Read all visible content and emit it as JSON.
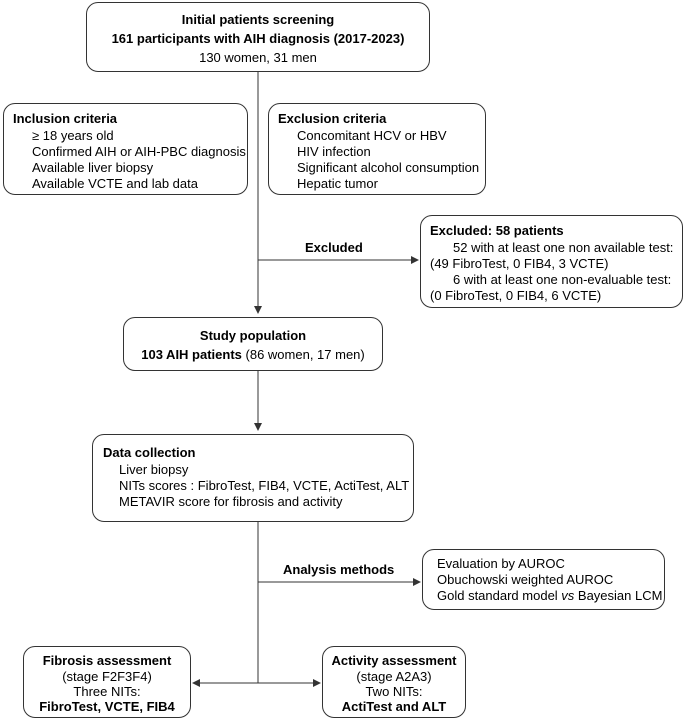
{
  "screening": {
    "title": "Initial patients screening",
    "line2": "161 participants with AIH diagnosis (2017-2023)",
    "line3": "130 women, 31 men"
  },
  "inclusion": {
    "title": "Inclusion criteria",
    "items": [
      "≥ 18 years old",
      "Confirmed AIH or AIH-PBC diagnosis",
      "Available liver biopsy",
      "Available VCTE and lab data"
    ]
  },
  "exclusion": {
    "title": "Exclusion criteria",
    "items": [
      "Concomitant HCV or HBV",
      "HIV infection",
      "Significant alcohol consumption",
      "Hepatic tumor"
    ]
  },
  "excluded_label": "Excluded",
  "excluded": {
    "title": "Excluded: 58 patients",
    "lines": [
      "52 with at least one non available test:",
      "(49 FibroTest, 0 FIB4, 3 VCTE)",
      "6 with at least one non-evaluable test:",
      "(0 FibroTest, 0 FIB4, 6 VCTE)"
    ]
  },
  "study": {
    "title": "Study population",
    "bold": "103 AIH patients",
    "rest": " (86 women, 17 men)"
  },
  "data_collection": {
    "title": "Data collection",
    "items": [
      "Liver biopsy",
      "NITs scores : FibroTest, FIB4, VCTE, ActiTest, ALT",
      "METAVIR score for fibrosis and activity"
    ]
  },
  "analysis_label": "Analysis methods",
  "analysis": {
    "line1": "Evaluation by AUROC",
    "line2": "Obuchowski weighted AUROC",
    "line3_pre": "Gold standard model ",
    "line3_em": "vs",
    "line3_post": " Bayesian LCM"
  },
  "fibrosis": {
    "title": "Fibrosis assessment",
    "line2": "(stage F2F3F4)",
    "line3": "Three NITs:",
    "line4": "FibroTest, VCTE, FIB4"
  },
  "activity": {
    "title": "Activity assessment",
    "line2": "(stage A2A3)",
    "line3": "Two NITs:",
    "line4": "ActiTest and ALT"
  }
}
